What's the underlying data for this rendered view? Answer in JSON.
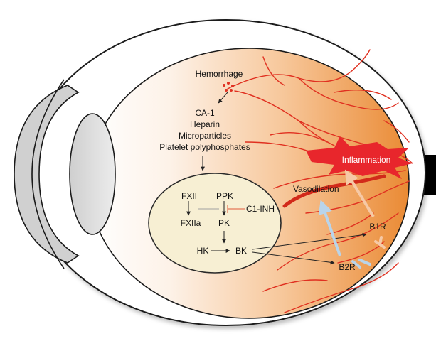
{
  "colors": {
    "vessel": "#e03020",
    "retina_light": "#fbe5d2",
    "retina_dark": "#ea8a34",
    "kks_fill": "#f7efd3",
    "kks_stroke": "#2a2a2a",
    "inflammation_burst": "#e8262c",
    "b1r_arrow": "#f6c9a6",
    "b2r_arrow": "#b9d4ea",
    "inhibition_line": "#e05a3a"
  },
  "triggers": {
    "hemorrhage": "Hemorrhage",
    "ca1": "CA-1",
    "heparin": "Heparin",
    "microparticles": "Microparticles",
    "platelet_polyphosphates": "Platelet polyphosphates"
  },
  "kks": {
    "fxii": "FXII",
    "ppk": "PPK",
    "c1inh": "C1-INH",
    "fxiia": "FXIIa",
    "pk": "PK",
    "hk": "HK",
    "bk": "BK"
  },
  "receptors": {
    "b1r": "B1R",
    "b2r": "B2R"
  },
  "effects": {
    "inflammation": "Inflammation",
    "vasodilation": "Vasodilation"
  },
  "icons": [
    "hemorrhage-dots-icon",
    "b1r-receptor-icon",
    "b2r-receptor-icon",
    "optic-nerve-block"
  ]
}
